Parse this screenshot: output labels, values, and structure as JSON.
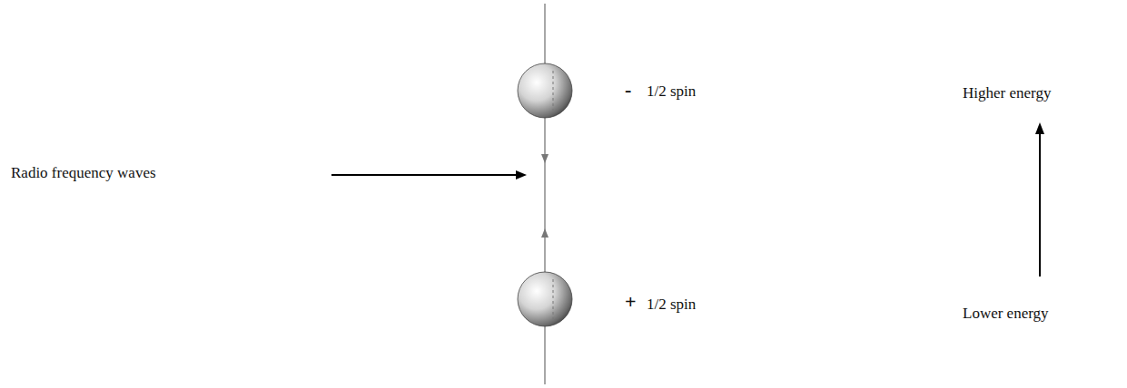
{
  "diagram": {
    "labels": [
      "Radio frequency waves",
      "-",
      "1/2 spin",
      "+",
      "1/2 spin",
      "Higher energy",
      "Lower energy"
    ]
  }
}
